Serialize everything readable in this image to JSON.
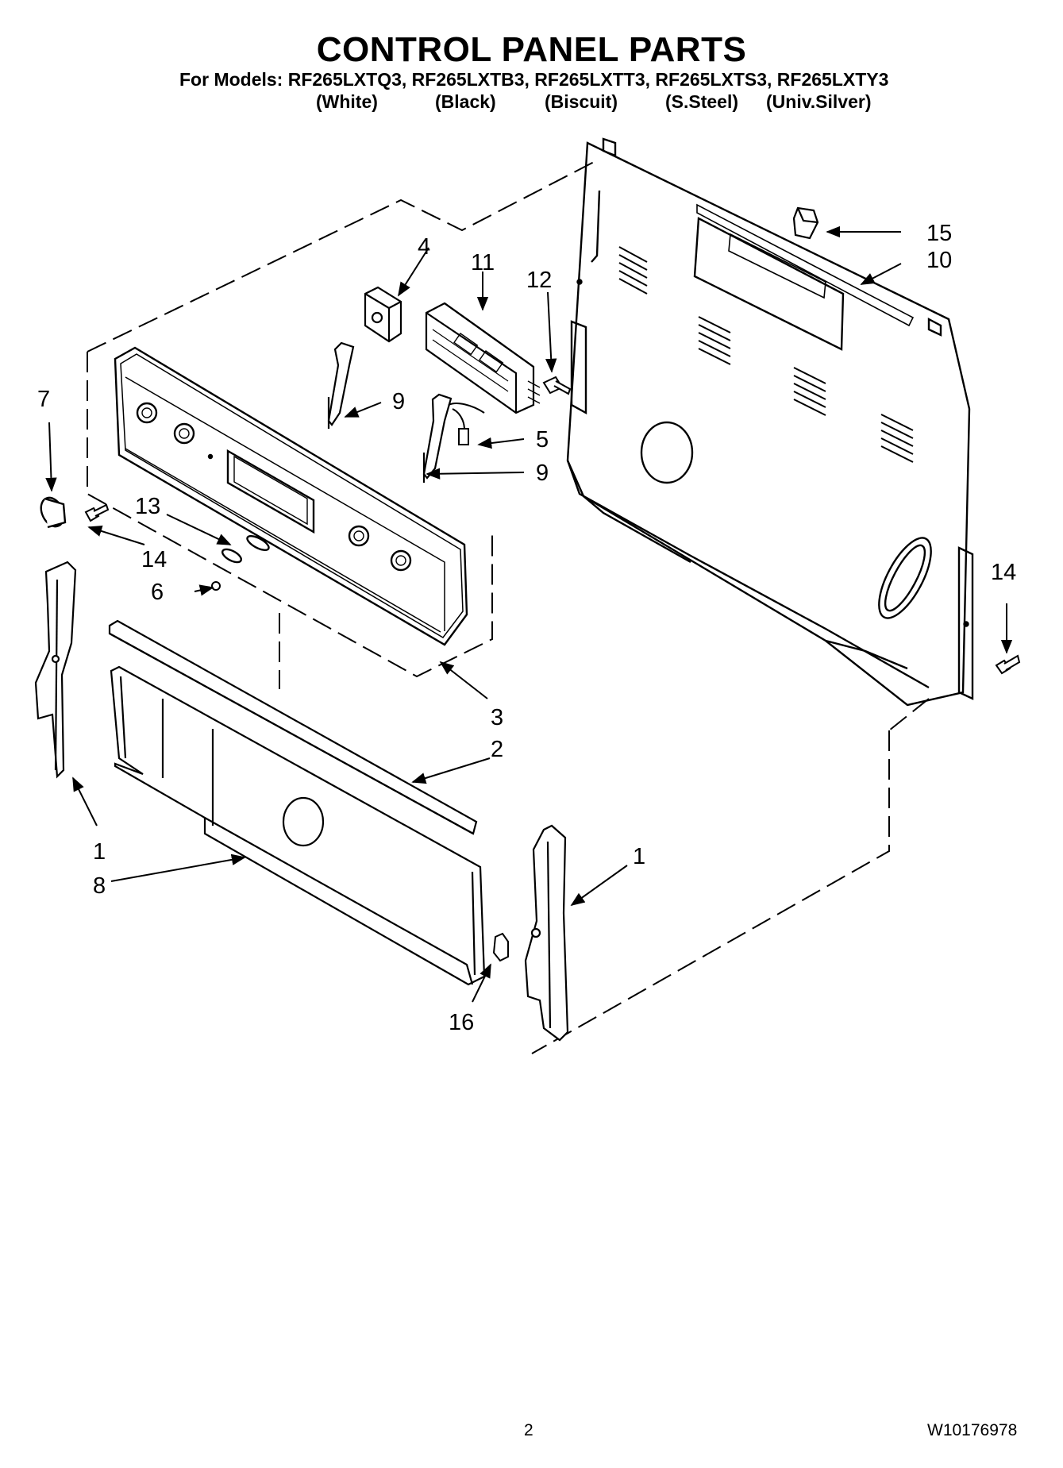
{
  "header": {
    "title": "CONTROL PANEL PARTS",
    "models_line": "For Models: RF265LXTQ3, RF265LXTB3, RF265LXTT3, RF265LXTS3, RF265LXTY3",
    "colors": [
      "(White)",
      "(Black)",
      "(Biscuit)",
      "(S.Steel)",
      "(Univ.Silver)"
    ]
  },
  "callouts": {
    "c1a": "1",
    "c1b": "1",
    "c2": "2",
    "c3": "3",
    "c4": "4",
    "c5": "5",
    "c6": "6",
    "c7": "7",
    "c8": "8",
    "c9a": "9",
    "c9b": "9",
    "c10": "10",
    "c11": "11",
    "c12": "12",
    "c13": "13",
    "c14a": "14",
    "c14b": "14",
    "c15": "15",
    "c16": "16"
  },
  "footer": {
    "page": "2",
    "doc_number": "W10176978"
  }
}
